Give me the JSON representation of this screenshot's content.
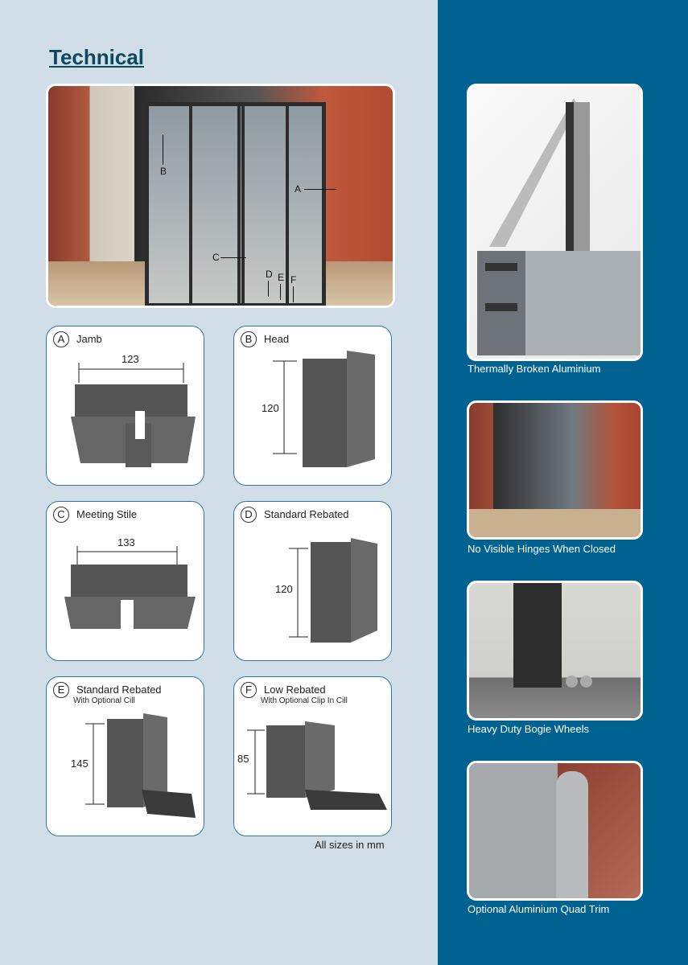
{
  "page": {
    "title": "Technical",
    "note": "All sizes in mm"
  },
  "hero": {
    "labels": [
      "A",
      "B",
      "C",
      "D",
      "E",
      "F"
    ]
  },
  "cards": [
    {
      "letter": "A",
      "title": "Jamb",
      "subtitle": "",
      "dimension": "123"
    },
    {
      "letter": "B",
      "title": "Head",
      "subtitle": "",
      "dimension": "120"
    },
    {
      "letter": "C",
      "title": "Meeting Stile",
      "subtitle": "",
      "dimension": "133"
    },
    {
      "letter": "D",
      "title": "Standard Rebated",
      "subtitle": "",
      "dimension": "120"
    },
    {
      "letter": "E",
      "title": "Standard Rebated",
      "subtitle": "With Optional Cill",
      "dimension": "145"
    },
    {
      "letter": "F",
      "title": "Low Rebated",
      "subtitle": "With Optional Clip In Cill",
      "dimension": "85"
    }
  ],
  "features": [
    {
      "caption": "Thermally Broken Aluminium"
    },
    {
      "caption": "No Visible Hinges When Closed"
    },
    {
      "caption": "Heavy Duty Bogie Wheels"
    },
    {
      "caption": "Optional Aluminium Quad Trim"
    }
  ],
  "colors": {
    "background": "#d2dee7",
    "panel": "#006290",
    "title": "#0b4a5e",
    "card_border": "#2a78a0"
  }
}
